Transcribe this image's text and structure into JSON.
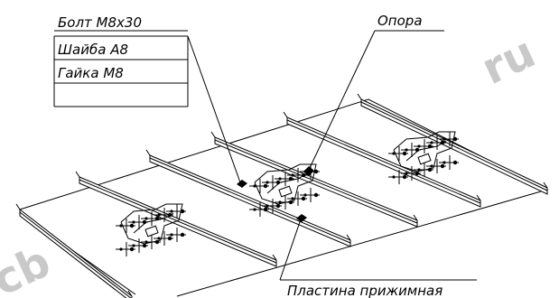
{
  "labels": {
    "bolt": "Болт M8x30",
    "washer": "Шайба A8",
    "nut": "Гайка M8",
    "support": "Опора",
    "plate": "Пластина прижимная"
  },
  "watermarks": {
    "top_right": "ru",
    "bottom_left": "cb"
  },
  "colors": {
    "line": "#000000",
    "background": "#ffffff",
    "watermark": "#c9c9c9"
  }
}
